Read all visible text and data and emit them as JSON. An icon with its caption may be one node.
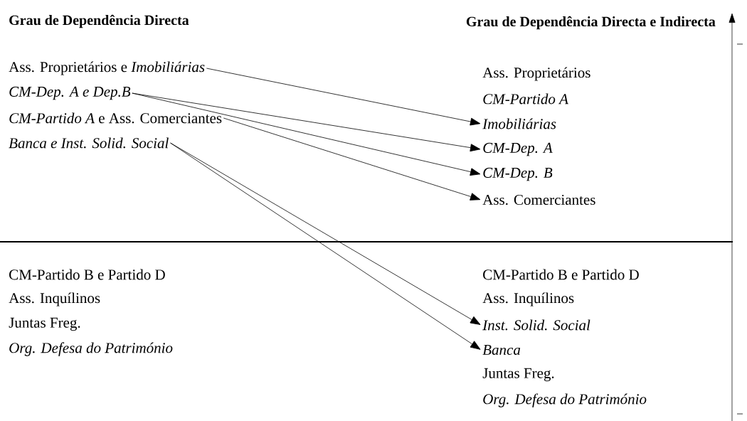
{
  "diagram": {
    "nodes": [
      {
        "text": [
          "Ass. Proprietários e *Imobiliárias*"
        ]
      },
      {
        "text": [
          "*CM-Dep. A e Dep.B*"
        ]
      },
      {
        "text": [
          "*CM-Partido A* e Ass. Comerciantes"
        ]
      },
      {
        "text": [
          "*Banca e Inst. Solid. Social*"
        ]
      },
      {
        "text": [
          "*Imobiliárias*"
        ]
      },
      {
        "text": [
          "*CM-Dep. A*"
        ]
      },
      {
        "text": [
          "*CM-Dep. B*"
        ]
      },
      {
        "text": [
          "Ass. Comerciantes"
        ]
      },
      {
        "text": [
          "*Inst. Solid. Social*"
        ]
      },
      {
        "text": [
          "*Banca*"
        ]
      }
    ],
    "edges": [
      {
        "from": 0,
        "to": 4,
        "arrow": "to"
      },
      {
        "from": 1,
        "to": 5,
        "arrow": "to"
      },
      {
        "from": 1,
        "to": 6,
        "arrow": "to"
      },
      {
        "from": 2,
        "to": 7,
        "arrow": "to"
      },
      {
        "from": 3,
        "to": 8,
        "arrow": "to"
      },
      {
        "from": 3,
        "to": 9,
        "arrow": "to"
      }
    ],
    "labels": [
      "Grau de Dependência Directa",
      "Grau de Dependência Directa e Indirecta",
      "Ass. Proprietários",
      "*CM-Partido A*",
      "CM-Partido B e Partido D",
      "Ass. Inquílinos",
      "Juntas Freg.",
      "*Org. Defesa do Património*",
      "CM-Partido B e Partido D",
      "Ass. Inquílinos",
      "Juntas Freg.",
      "*Org. Defesa do Património*"
    ]
  }
}
